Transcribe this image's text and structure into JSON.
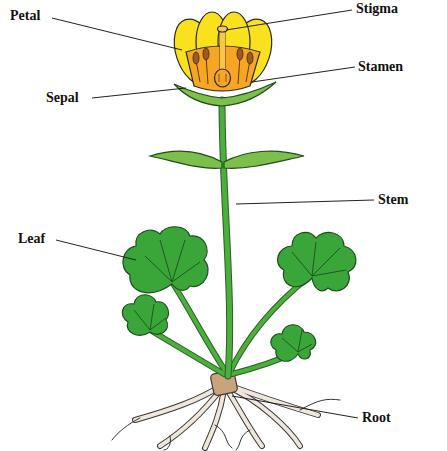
{
  "diagram": {
    "labels": [
      "Petal",
      "Stigma",
      "Stamen",
      "Sepal",
      "Stem",
      "Leaf",
      "Root"
    ]
  }
}
